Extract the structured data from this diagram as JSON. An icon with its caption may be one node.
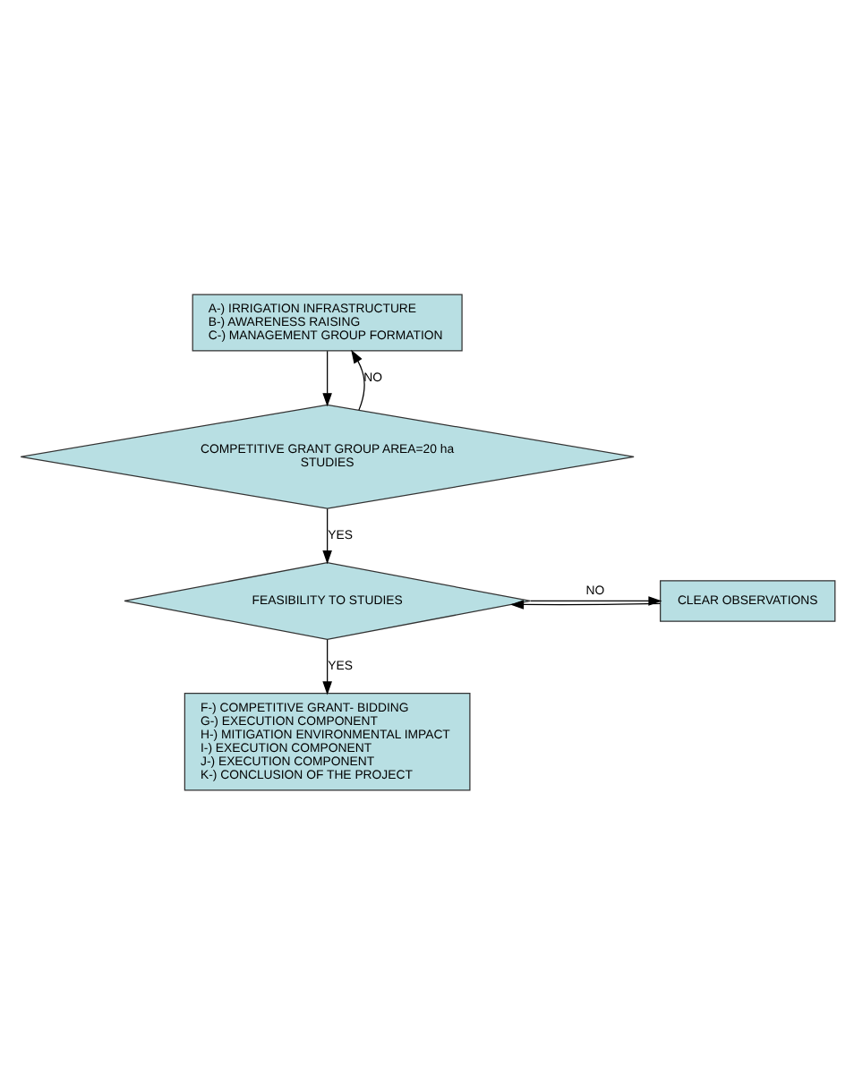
{
  "diagram": {
    "nodes": [
      {
        "text": [
          "A-) IRRIGATION INFRASTRUCTURE",
          "B-) AWARENESS RAISING",
          "C-) MANAGEMENT GROUP FORMATION"
        ]
      },
      {
        "text": [
          "COMPETITIVE GRANT GROUP AREA=20 ha",
          "STUDIES"
        ]
      },
      {
        "text": [
          "FEASIBILITY TO STUDIES"
        ]
      },
      {
        "text": [
          "CLEAR OBSERVATIONS"
        ]
      },
      {
        "text": [
          "F-) COMPETITIVE GRANT- BIDDING",
          "G-) EXECUTION COMPONENT",
          "H-) MITIGATION ENVIRONMENTAL IMPACT",
          "I-) EXECUTION COMPONENT",
          "J-) EXECUTION COMPONENT",
          "K-) CONCLUSION OF THE PROJECT"
        ]
      }
    ],
    "edges": [
      {
        "from": 0,
        "to": 1,
        "arrow": "to"
      },
      {
        "from": 1,
        "to": 0,
        "arrow": "to",
        "label": "NO"
      },
      {
        "from": 1,
        "to": 2,
        "arrow": "to",
        "label": "YES"
      },
      {
        "from": 2,
        "to": 3,
        "arrow": "to",
        "label": "NO"
      },
      {
        "from": 3,
        "to": 2,
        "arrow": "to"
      },
      {
        "from": 2,
        "to": 4,
        "arrow": "to",
        "label": "YES"
      }
    ]
  }
}
